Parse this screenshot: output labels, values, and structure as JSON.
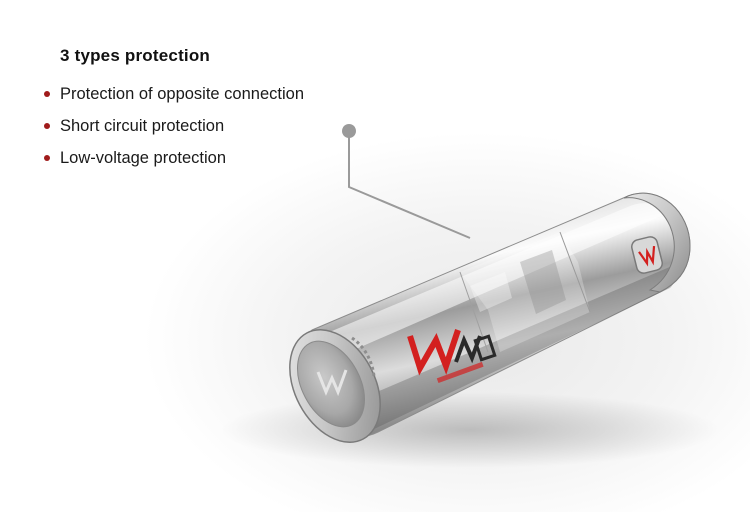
{
  "features": {
    "heading": "3 types protection",
    "items": [
      "Protection of opposite connection",
      "Short circuit protection",
      "Low-voltage protection"
    ]
  },
  "colors": {
    "bullet": "#a01b1b",
    "logo_red": "#d3201f",
    "logo_dark": "#2a2a2a",
    "leader_line": "#9a9a9a"
  },
  "icons": {
    "bullet": "dot",
    "callout": "leader-line-with-dot",
    "brand": "mvape-logo"
  }
}
